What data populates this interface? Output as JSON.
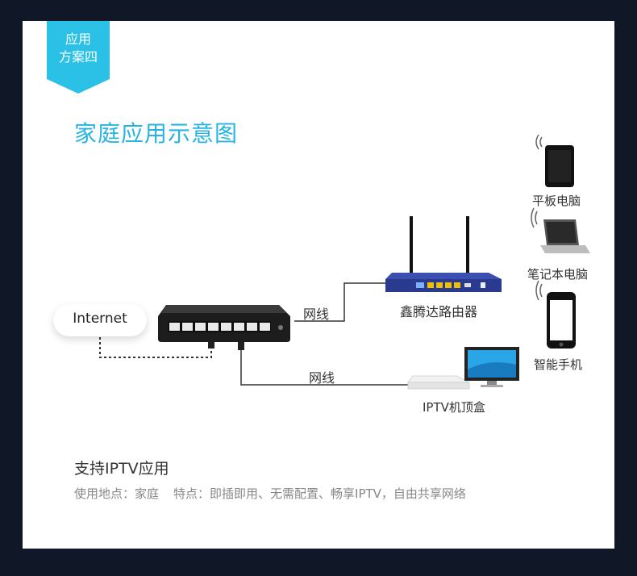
{
  "badge": {
    "line1": "应用",
    "line2": "方案四"
  },
  "title": "家庭应用示意图",
  "nodes": {
    "internet": "Internet",
    "router": "鑫腾达路由器",
    "iptv": "IPTV机顶盒",
    "tablet": "平板电脑",
    "laptop": "笔记本电脑",
    "phone": "智能手机"
  },
  "links": {
    "switch_router": "网线",
    "switch_iptv": "网线"
  },
  "footer": {
    "title": "支持IPTV应用",
    "location_label": "使用地点：家庭",
    "features": "特点：即插即用、无需配置、畅享IPTV，自由共享网络"
  },
  "colors": {
    "accent": "#2bc1e6",
    "title": "#27b4e4",
    "router": "#2a3a8f",
    "frame": "#101828"
  },
  "icons": [
    "switch-icon",
    "router-icon",
    "tablet-icon",
    "laptop-icon",
    "phone-icon",
    "monitor-icon",
    "set-top-box-icon",
    "wifi-icon"
  ]
}
